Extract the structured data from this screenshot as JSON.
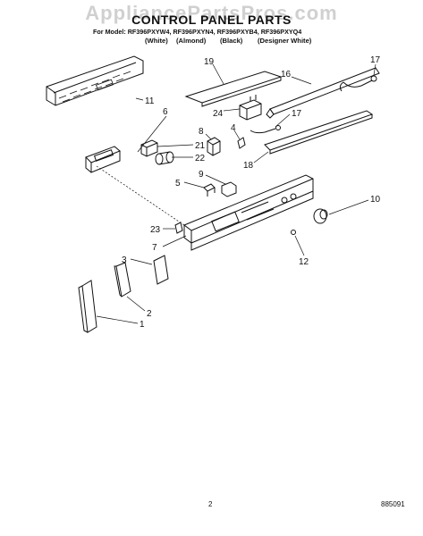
{
  "watermark": "AppliancePartsPros.com",
  "header": {
    "title": "CONTROL PANEL PARTS",
    "models": "For Model: RF396PXYW4, RF396PXYN4, RF396PXYB4, RF396PXYQ4",
    "colors": [
      "(White)",
      "(Almond)",
      "(Black)",
      "(Designer White)"
    ]
  },
  "callouts": [
    "19",
    "16",
    "17",
    "11",
    "24",
    "6",
    "17",
    "4",
    "8",
    "21",
    "22",
    "18",
    "9",
    "5",
    "10",
    "23",
    "7",
    "12",
    "3",
    "2",
    "1"
  ],
  "footer": {
    "page": "2",
    "code": "885091"
  }
}
